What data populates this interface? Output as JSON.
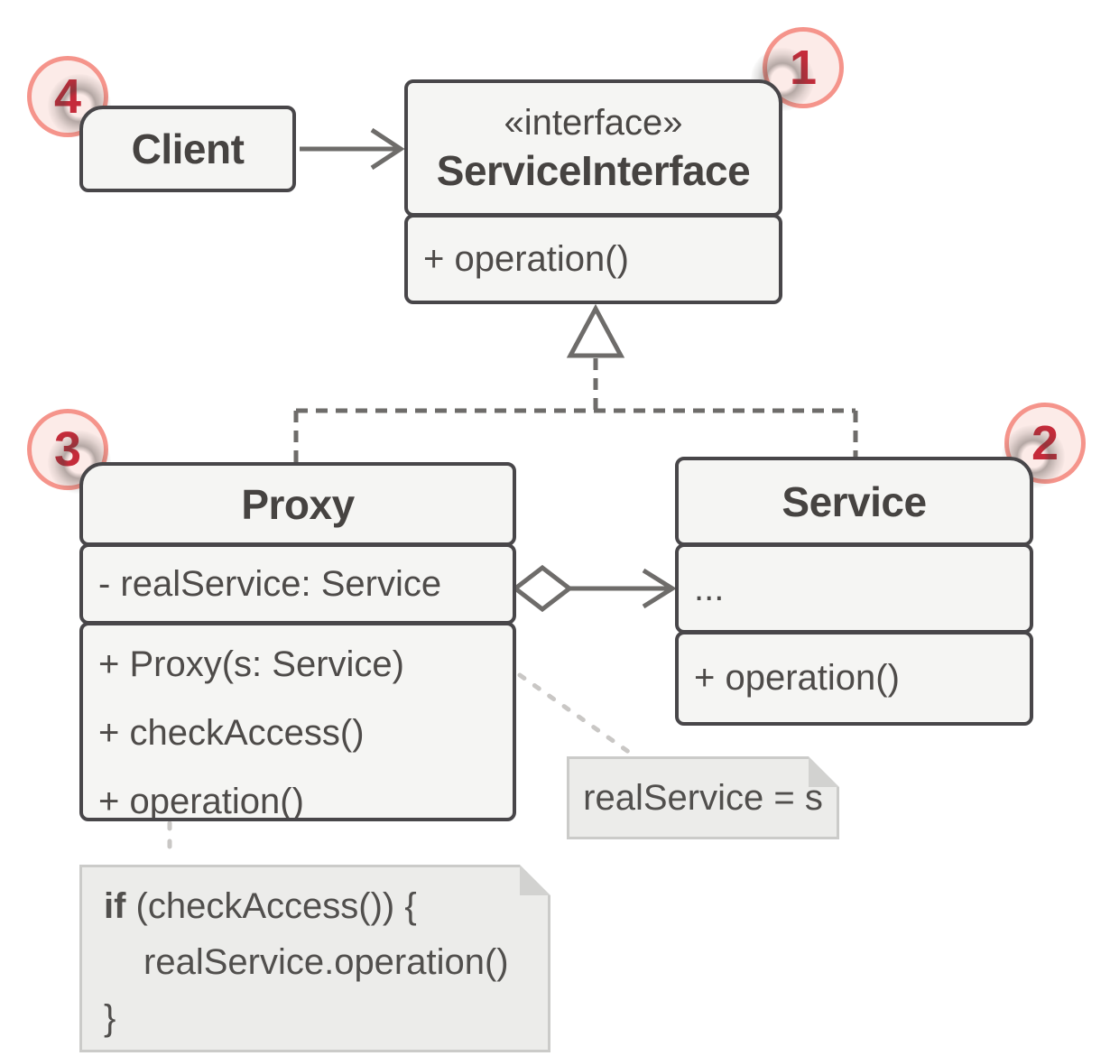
{
  "classes": {
    "client": {
      "name": "Client",
      "badge": "4"
    },
    "service_interface": {
      "stereotype": "«interface»",
      "name": "ServiceInterface",
      "methods": [
        "+ operation()"
      ],
      "badge": "1"
    },
    "proxy": {
      "name": "Proxy",
      "fields": [
        "- realService: Service"
      ],
      "methods": [
        "+ Proxy(s: Service)",
        "+ checkAccess()",
        "+ operation()"
      ],
      "badge": "3"
    },
    "service": {
      "name": "Service",
      "fields": [
        "..."
      ],
      "methods": [
        "+ operation()"
      ],
      "badge": "2"
    }
  },
  "notes": {
    "assignment": {
      "text": "realService = s"
    },
    "code": {
      "keyword": "if",
      "line1_rest": " (checkAccess()) {",
      "line2": "realService.operation()",
      "line3": "}"
    }
  },
  "relations": {
    "client_to_interface": "association",
    "proxy_realizes_interface": "realization",
    "service_realizes_interface": "realization",
    "proxy_aggregates_service": "aggregation"
  },
  "colors": {
    "box_fill": "#f5f5f3",
    "box_border": "#484649",
    "line_gray": "#6e6c6a",
    "note_fill": "#ececea",
    "note_border": "#cbcbc9",
    "note_connector": "#c9c7c5",
    "badge_fill": "#fcebe8",
    "badge_ring": "#f5948b",
    "badge_number": "#c52b3a",
    "text_dark": "#464341"
  }
}
